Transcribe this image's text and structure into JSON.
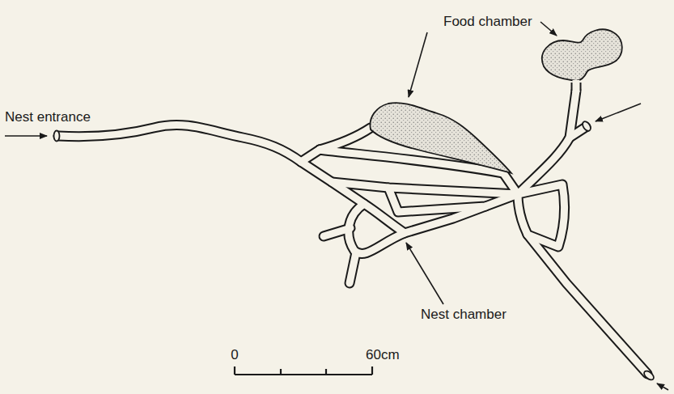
{
  "diagram": {
    "labels": [
      "Food chamber",
      "Nest entrance",
      "Nest chamber",
      "0",
      "60cm"
    ]
  }
}
